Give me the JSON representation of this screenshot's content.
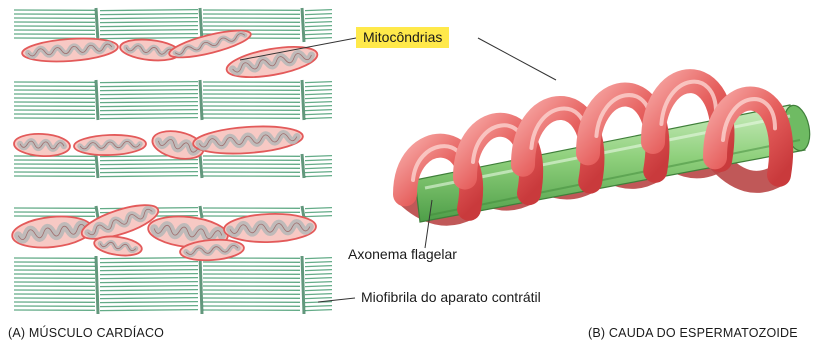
{
  "labels": {
    "mitochondria": "Mitocôndrias",
    "axoneme": "Axonema flagelar",
    "myofibril": "Miofibrila do aparato contrátil"
  },
  "captions": {
    "panel_a": "(A)  MÚSCULO CARDÍACO",
    "panel_b": "(B)  CAUDA DO ESPERMATOZOIDE"
  },
  "colors": {
    "myofibril_green": "#2f8f5f",
    "axoneme_green": "#8ccf7a",
    "mitochondria_red": "#e35a5a",
    "mitochondria_fill": "#f7c9c4",
    "cristae_gray": "#b8b8b8",
    "callout_yellow": "#ffe94a"
  }
}
